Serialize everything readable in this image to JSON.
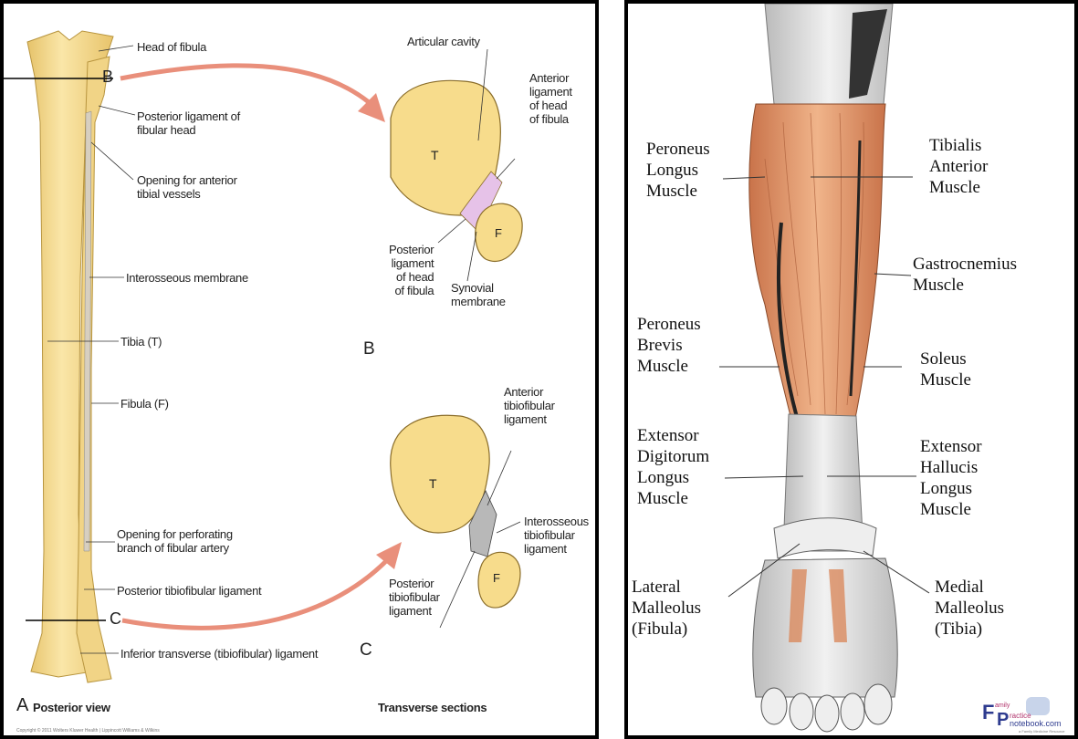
{
  "left_panel": {
    "labels": {
      "head_of_fibula": "Head of fibula",
      "marker_b": "B",
      "posterior_lig_fib_head": "Posterior ligament of\nfibular head",
      "opening_ant_tibial": "Opening for anterior\ntibial vessels",
      "interosseous_membrane": "Interosseous membrane",
      "tibia": "Tibia (T)",
      "fibula": "Fibula (F)",
      "opening_perforating": "Opening for perforating\nbranch of fibular artery",
      "posterior_tibiofibular": "Posterior tibiofibular ligament",
      "marker_c": "C",
      "inferior_transverse": "Inferior transverse (tibiofibular) ligament",
      "articular_cavity": "Articular cavity",
      "anterior_lig_head": "Anterior\nligament\nof head\nof fibula",
      "posterior_lig_head": "Posterior\nligament\nof head\nof fibula",
      "synovial_membrane": "Synovial\nmembrane",
      "section_b": "B",
      "anterior_tibiofibular": "Anterior\ntibiofibular\nligament",
      "interosseous_tibiofibular": "Interosseous\ntibiofibular\nligament",
      "posterior_tibiofibular_2": "Posterior\ntibiofibular\nligament",
      "section_c": "C",
      "t_mark": "T",
      "f_mark": "F"
    },
    "caption_letter": "A",
    "caption": "Posterior view",
    "sections_caption": "Transverse sections",
    "copyright": "Copyright © 2011 Wolters Kluwer Health | Lippincott Williams & Wilkins"
  },
  "right_panel": {
    "labels": {
      "peroneus_longus": "Peroneus\nLongus\nMuscle",
      "tibialis_anterior": "Tibialis\nAnterior\nMuscle",
      "gastrocnemius": "Gastrocnemius\nMuscle",
      "peroneus_brevis": "Peroneus\nBrevis\nMuscle",
      "soleus": "Soleus\nMuscle",
      "extensor_digitorum": "Extensor\nDigitorum\nLongus\nMuscle",
      "extensor_hallucis": "Extensor\nHallucis\nLongus\nMuscle",
      "lateral_malleolus": "Lateral\nMalleolus\n(Fibula)",
      "medial_malleolus": "Medial\nMalleolus\n(Tibia)"
    },
    "logo": {
      "f": "F",
      "p": "P",
      "family": "amily",
      "ractice": "ractice",
      "notebook": "notebook.com",
      "tagline": "a Family Medicine Resource"
    }
  },
  "colors": {
    "bone": "#f7dc8c",
    "bone_dark": "#d9b34f",
    "arrow": "#e98f7b",
    "muscle": "#d98a5e",
    "muscle_light": "#f0b48a",
    "tendon": "#d5d5d5"
  }
}
